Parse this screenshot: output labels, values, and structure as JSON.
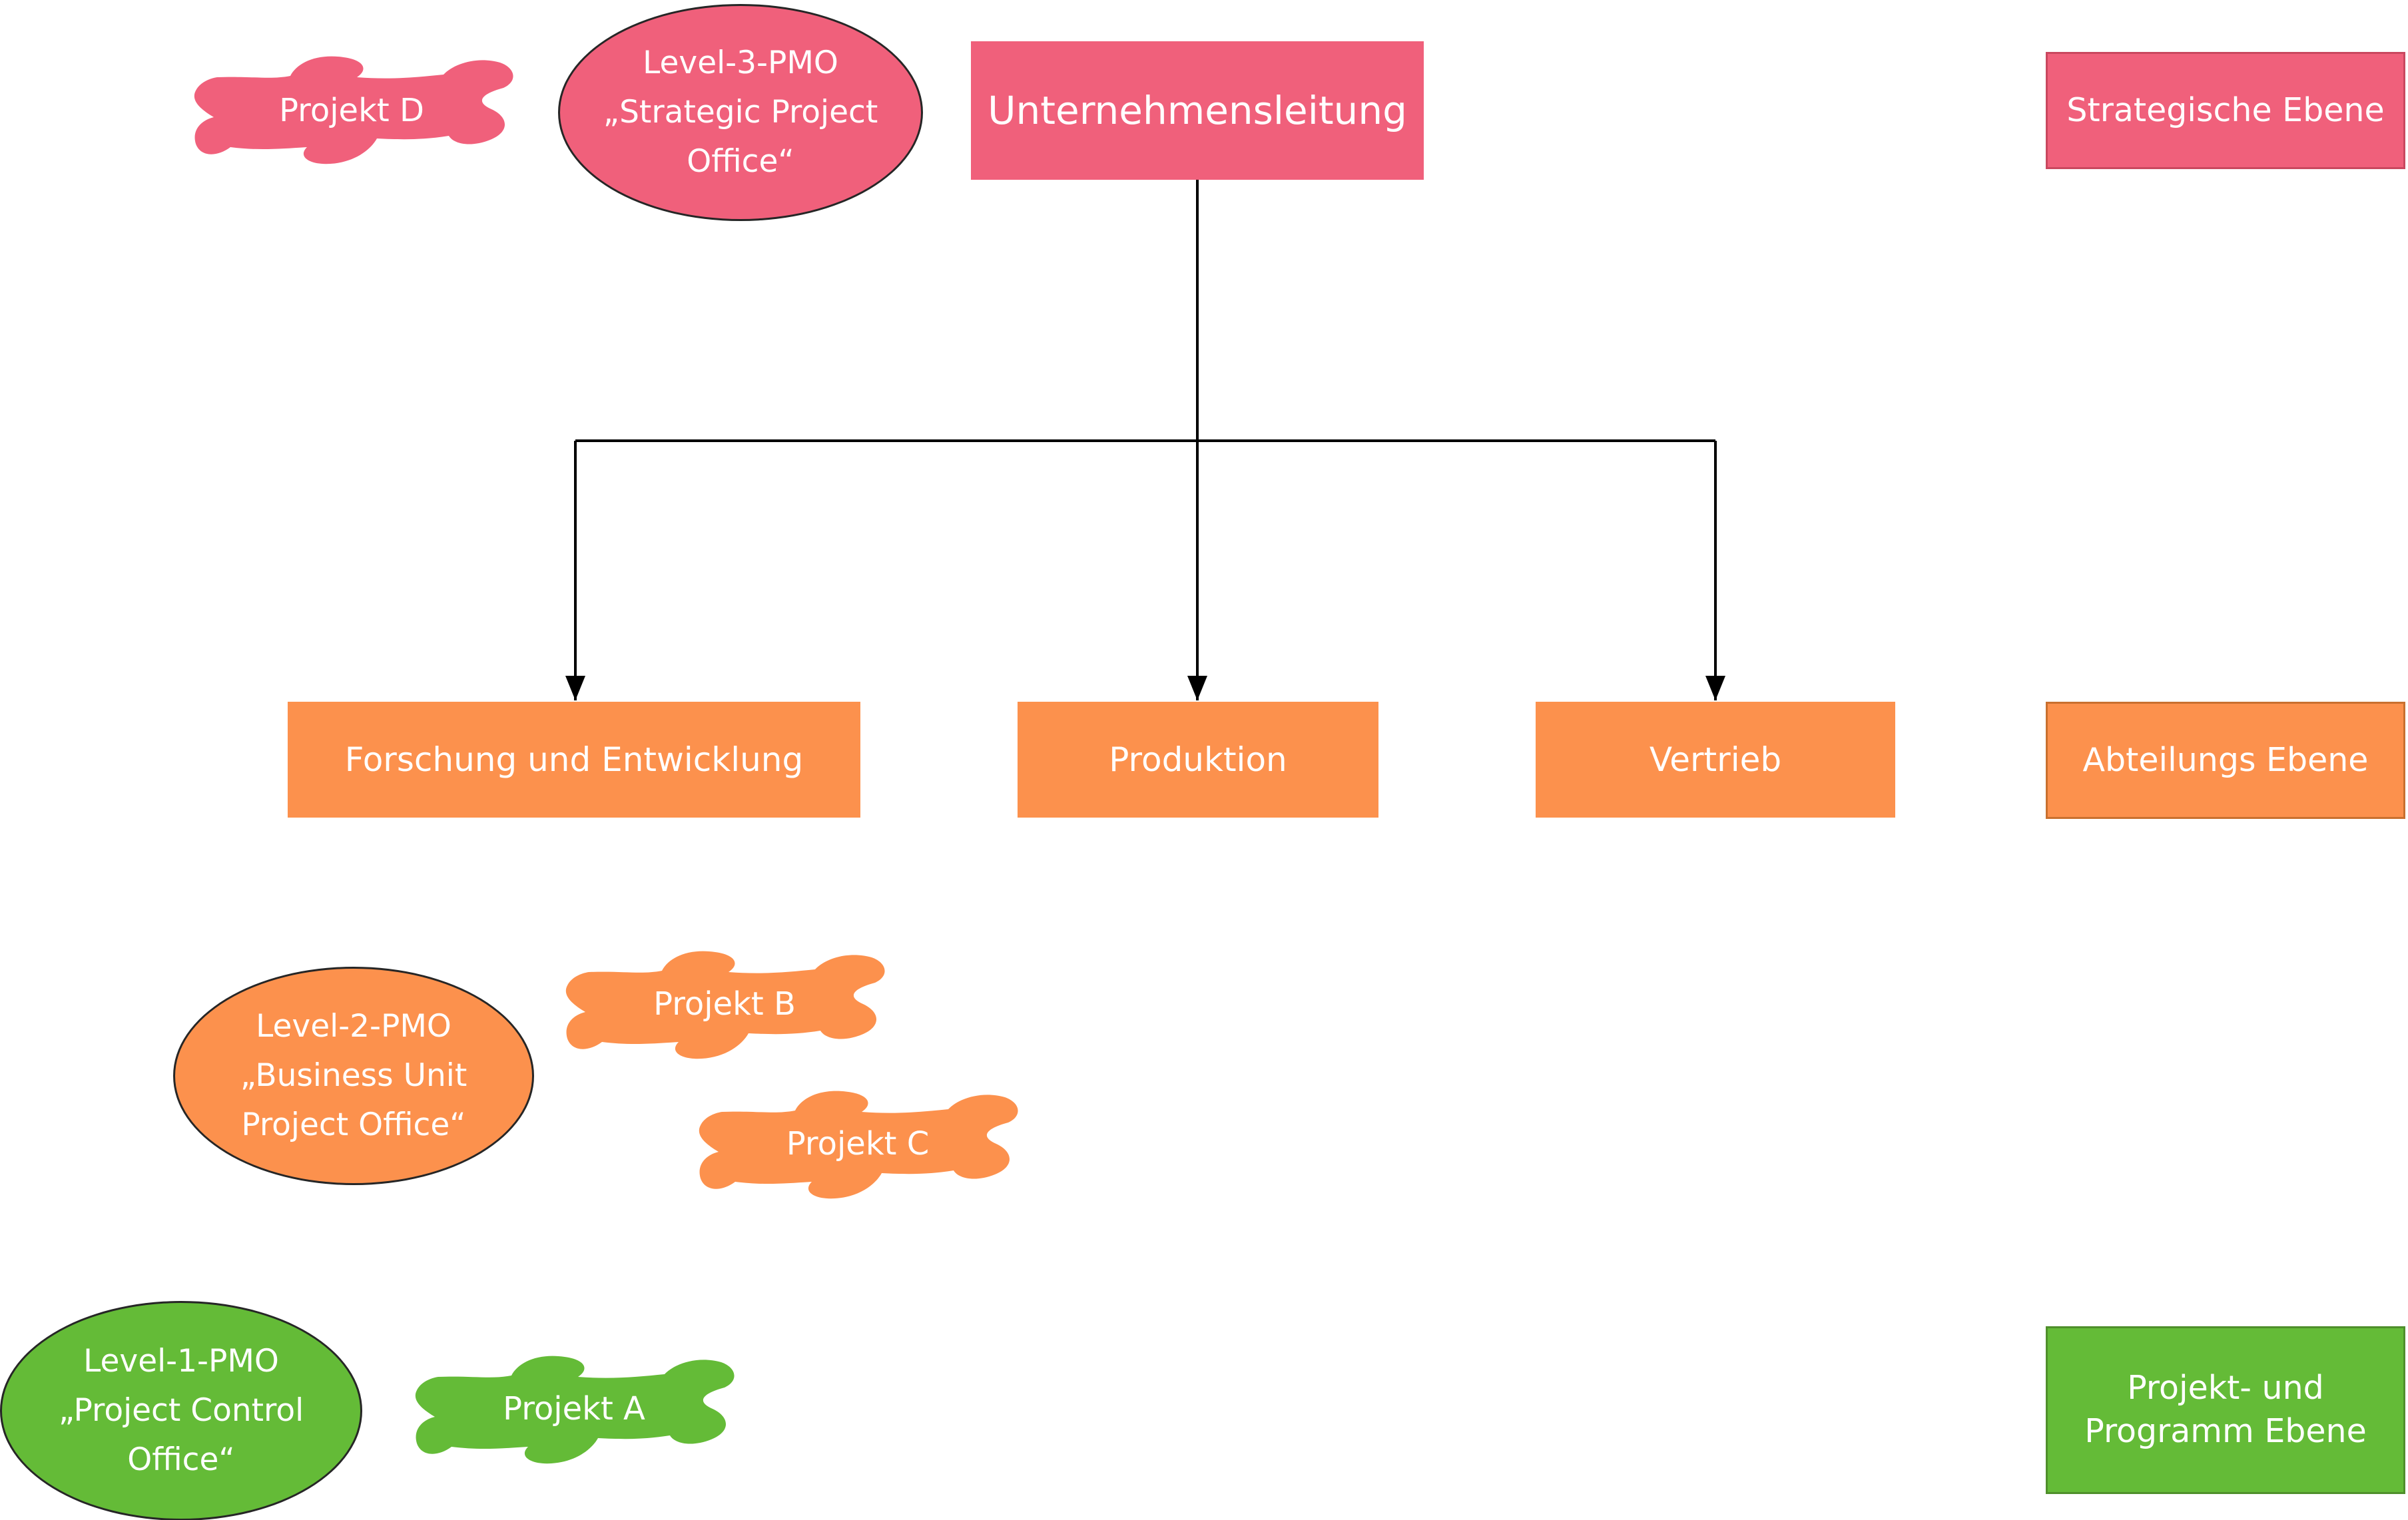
{
  "top": {
    "leadership": "Unternehmensleitung"
  },
  "departments": {
    "research": "Forschung und Entwicklung",
    "production": "Produktion",
    "sales": "Vertrieb"
  },
  "levels": {
    "strategic": "Strategische Ebene",
    "department": "Abteilungs Ebene",
    "project_line1": "Projekt- und",
    "project_line2": "Programm Ebene"
  },
  "pmo": {
    "level3": {
      "line1": "Level-3-PMO",
      "line2": "„Strategic Project",
      "line3": "Office“"
    },
    "level2": {
      "line1": "Level-2-PMO",
      "line2": "„Business Unit",
      "line3": "Project Office“"
    },
    "level1": {
      "line1": "Level-1-PMO",
      "line2": "„Project Control",
      "line3": "Office“"
    }
  },
  "projects": {
    "d": "Projekt D",
    "b": "Projekt B",
    "c": "Projekt C",
    "a": "Projekt A"
  },
  "colors": {
    "strategic": "#f0607b",
    "department": "#fc914d",
    "project": "#64bb37",
    "connector": "#000000"
  }
}
